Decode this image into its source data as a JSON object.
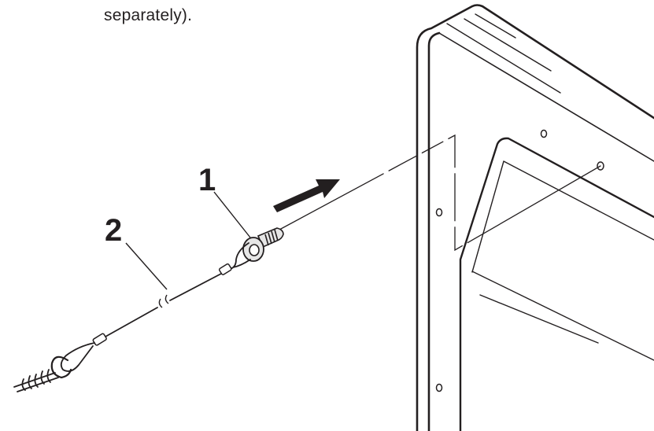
{
  "caption": "separately).",
  "callouts": {
    "eye_bolt": "1",
    "wire": "2"
  },
  "colors": {
    "ink": "#231f20",
    "fill_gray": "#e6e6e6",
    "background": "#ffffff"
  }
}
